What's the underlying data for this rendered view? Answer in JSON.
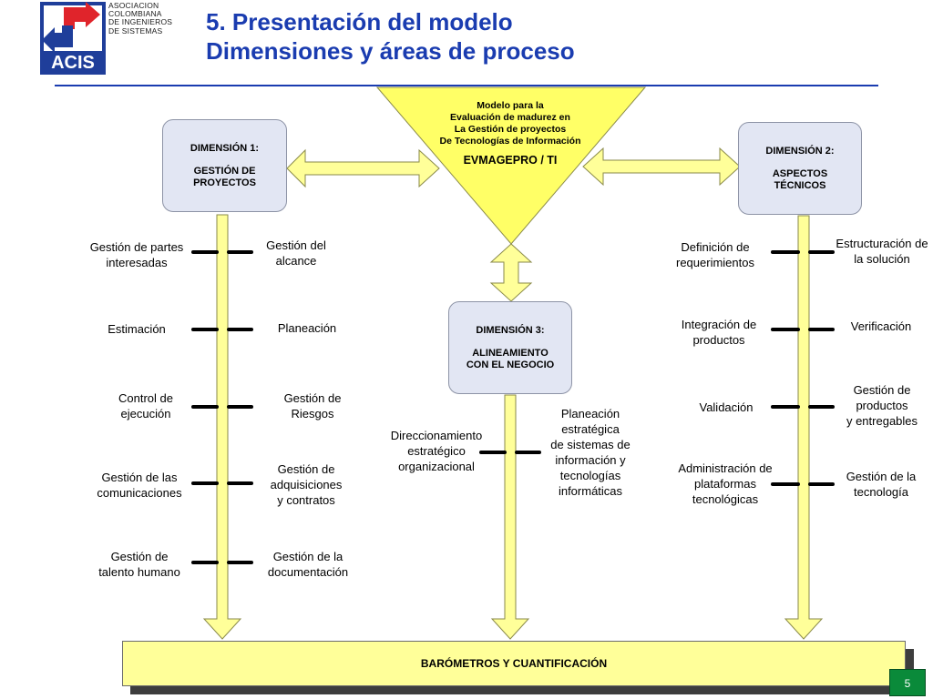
{
  "header": {
    "org_name_lines": [
      "ASOCIACION",
      "COLOMBIANA",
      "DE INGENIEROS",
      "DE SISTEMAS"
    ],
    "logo_text": "ACIS",
    "title_line1": "5. Presentación del modelo",
    "title_line2": "Dimensiones y áreas de proceso"
  },
  "model": {
    "description": "Modelo para la\nEvaluación de madurez en\nLa Gestión de proyectos\nDe Tecnologías de Información",
    "acronym": "EVMAGEPRO / TI"
  },
  "dimensions": [
    {
      "title": "DIMENSIÓN 1:",
      "name": "GESTIÓN DE\nPROYECTOS",
      "left_areas": [
        "Gestión de partes\ninteresadas",
        "Estimación",
        "Control de\nejecución",
        "Gestión de las\ncomunicaciones",
        "Gestión de\ntalento humano"
      ],
      "right_areas": [
        "Gestión del\nalcance",
        "Planeación",
        "Gestión de\nRiesgos",
        "Gestión de\nadquisiciones\ny contratos",
        "Gestión de la\ndocumentación"
      ]
    },
    {
      "title": "DIMENSIÓN 2:",
      "name": "ASPECTOS\nTÉCNICOS",
      "left_areas": [
        "Definición de\nrequerimientos",
        "Integración de\nproductos",
        "Validación",
        "Administración de\nplataformas\ntecnológicas"
      ],
      "right_areas": [
        "Estructuración de\nla solución",
        "Verificación",
        "Gestión de\nproductos\ny entregables",
        "Gestión de la\ntecnología"
      ]
    },
    {
      "title": "DIMENSIÓN 3:",
      "name": "ALINEAMIENTO\nCON EL NEGOCIO",
      "left_areas": [
        "Direccionamiento\nestratégico\norganizacional"
      ],
      "right_areas": [
        "Planeación\nestratégica\nde sistemas de\ninformación y\ntecnologías\ninformáticas"
      ]
    }
  ],
  "footer": {
    "barometer_label": "BARÓMETROS Y CUANTIFICACIÓN",
    "page_number": "5"
  },
  "colors": {
    "title": "#1a3cb0",
    "arrow_fill": "#ffff99",
    "triangle_fill": "#ffff66",
    "box_fill": "#e2e6f3",
    "logo_red": "#e0242b",
    "logo_blue": "#1f3e9a",
    "page_num_bg": "#0a8a3a"
  }
}
